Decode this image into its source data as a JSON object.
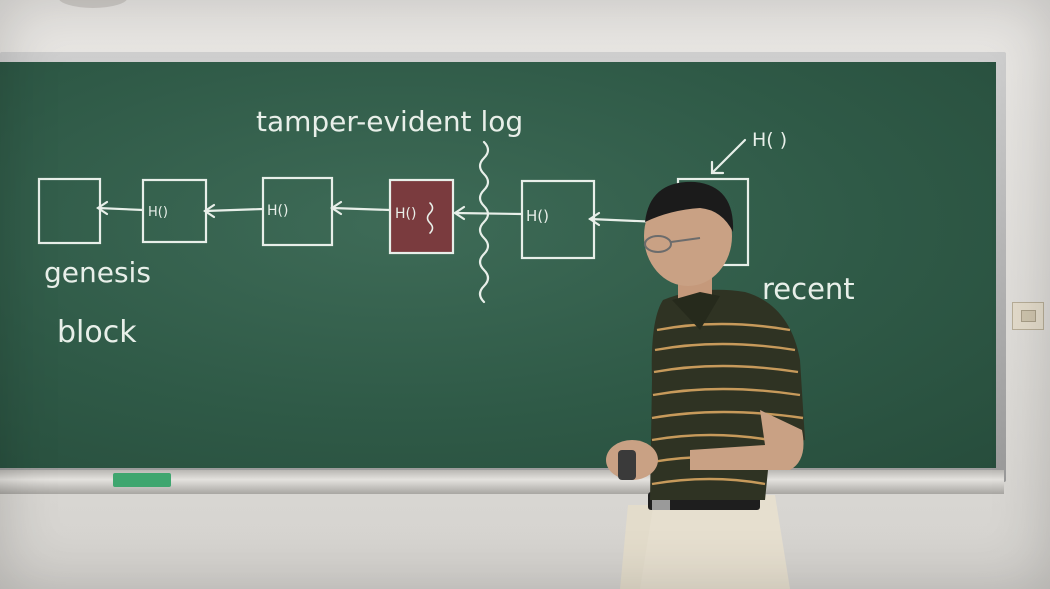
{
  "board": {
    "title": "tamper-evident log",
    "hash_label": "H()",
    "hash_top_label": "H( )",
    "genesis_line1": "genesis",
    "genesis_line2": "block",
    "recent_label": "recent",
    "tampered_mark": "~"
  },
  "colors": {
    "chalkboard": "#2f5a47",
    "chalk": "#e8efe9",
    "tampered_block": "#7a3b3e",
    "eraser": "#3fa66f"
  },
  "scene": {
    "objects": [
      "chalkboard",
      "lecturer",
      "eraser",
      "light-switch"
    ]
  }
}
